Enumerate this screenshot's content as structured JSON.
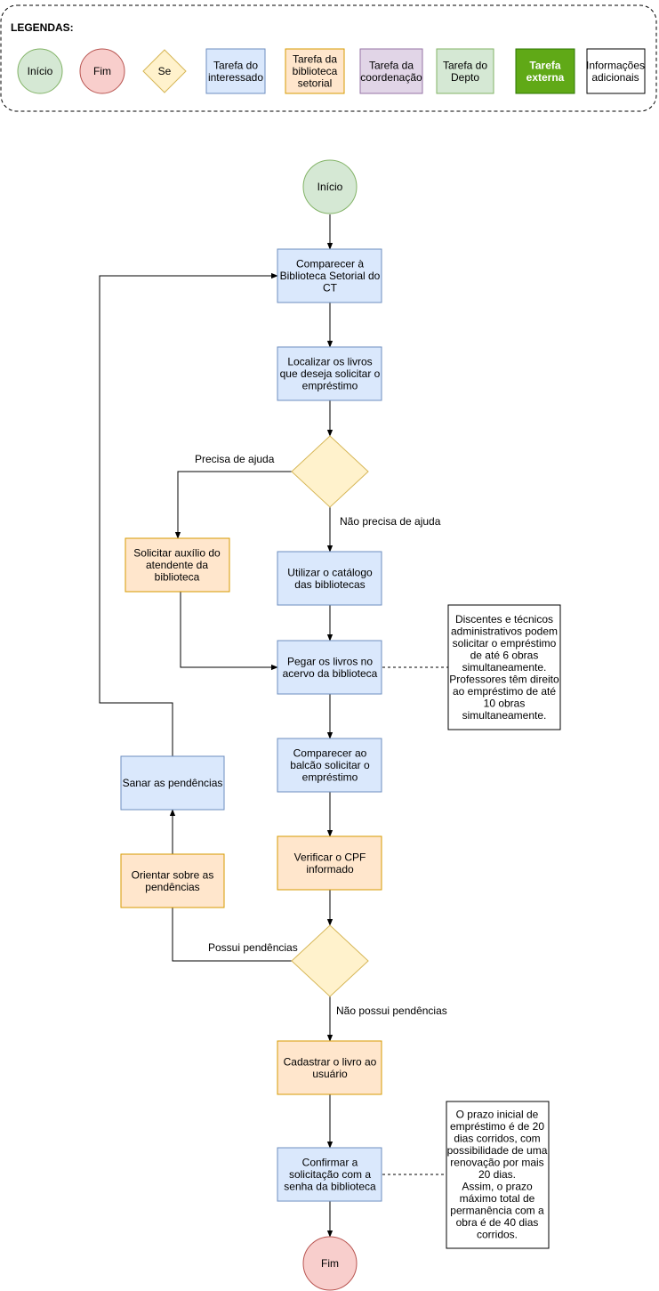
{
  "legend": {
    "title": "LEGENDAS:",
    "items": [
      {
        "key": "start",
        "lines": [
          "Início"
        ]
      },
      {
        "key": "end",
        "lines": [
          "Fim"
        ]
      },
      {
        "key": "decision",
        "lines": [
          "Se"
        ]
      },
      {
        "key": "task_user",
        "lines": [
          "Tarefa do",
          "interessado"
        ]
      },
      {
        "key": "task_library",
        "lines": [
          "Tarefa da",
          "biblioteca",
          "setorial"
        ]
      },
      {
        "key": "task_coord",
        "lines": [
          "Tarefa da",
          "coordenação"
        ]
      },
      {
        "key": "task_dept",
        "lines": [
          "Tarefa do",
          "Depto"
        ]
      },
      {
        "key": "task_external",
        "lines": [
          "Tarefa",
          "externa"
        ]
      },
      {
        "key": "info",
        "lines": [
          "Informações",
          "adicionais"
        ]
      }
    ]
  },
  "colors": {
    "start_fill": "#d5e8d4",
    "start_stroke": "#82b366",
    "end_fill": "#f8cecc",
    "end_stroke": "#b85450",
    "decision_fill": "#fff2cc",
    "decision_stroke": "#d6b656",
    "user_fill": "#dae8fc",
    "user_stroke": "#6c8ebf",
    "library_fill": "#ffe6cc",
    "library_stroke": "#d79b00",
    "coord_fill": "#e1d5e7",
    "coord_stroke": "#9673a6",
    "dept_fill": "#d5e8d4",
    "dept_stroke": "#82b366",
    "external_fill": "#60a917",
    "external_stroke": "#2d7600",
    "info_fill": "#ffffff",
    "info_stroke": "#000000"
  },
  "flow": {
    "start": [
      "Início"
    ],
    "step1": [
      "Comparecer à",
      "Biblioteca Setorial do",
      "CT"
    ],
    "step2": [
      "Localizar os livros",
      "que deseja solicitar o",
      "empréstimo"
    ],
    "help_yes": "Precisa de ajuda",
    "help_no": "Não precisa de ajuda",
    "ask_help": [
      "Solicitar auxílio do",
      "atendente da",
      "biblioteca"
    ],
    "catalog": [
      "Utilizar o catálogo",
      "das bibliotecas"
    ],
    "pick_books": [
      "Pegar os livros no",
      "acervo da biblioteca"
    ],
    "note1": [
      "Discentes e técnicos",
      "administrativos podem",
      "solicitar o empréstimo",
      "de até 6 obras",
      "simultaneamente.",
      "Professores têm direito",
      "ao empréstimo de até",
      "10 obras",
      "simultaneamente."
    ],
    "counter": [
      "Comparecer ao",
      "balcão solicitar o",
      "empréstimo"
    ],
    "verify": [
      "Verificar o CPF",
      "informado"
    ],
    "resolve": [
      "Sanar as pendências"
    ],
    "guide": [
      "Orientar sobre as",
      "pendências"
    ],
    "pend_yes": "Possui pendências",
    "pend_no": "Não possui pendências",
    "register": [
      "Cadastrar o livro ao",
      "usuário"
    ],
    "confirm": [
      "Confirmar a",
      "solicitação com a",
      "senha da biblioteca"
    ],
    "note2": [
      "O prazo inicial de",
      "empréstimo é de 20",
      "dias corridos, com",
      "possibilidade de uma",
      "renovação por mais",
      "20 dias.",
      "Assim, o prazo",
      "máximo total de",
      "permanência com a",
      "obra é de 40 dias",
      "corridos."
    ],
    "end": [
      "Fim"
    ]
  }
}
